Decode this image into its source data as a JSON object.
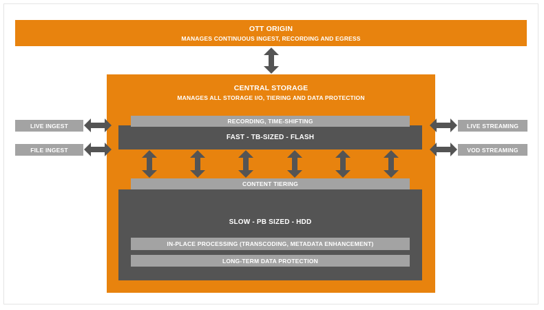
{
  "colors": {
    "orange": "#e8830e",
    "dark": "#545454",
    "grey": "#a3a3a3",
    "arrow": "#545454"
  },
  "origin": {
    "title": "OTT ORIGIN",
    "subtitle": "MANAGES CONTINUOUS INGEST, RECORDING AND EGRESS"
  },
  "central_storage": {
    "title": "CENTRAL STORAGE",
    "subtitle": "MANAGES ALL STORAGE I/O, TIERING AND DATA PROTECTION"
  },
  "fast_tier": {
    "band": "RECORDING, TIME-SHIFTING",
    "title": "FAST - TB-SIZED - FLASH"
  },
  "slow_tier": {
    "band": "CONTENT TIERING",
    "title": "SLOW - PB SIZED - HDD",
    "processing": "IN-PLACE PROCESSING (TRANSCODING, METADATA ENHANCEMENT)",
    "protection": "LONG-TERM DATA PROTECTION"
  },
  "inputs": {
    "live_ingest": "LIVE INGEST",
    "file_ingest": "FILE INGEST"
  },
  "outputs": {
    "live_streaming": "LIVE STREAMING",
    "vod_streaming": "VOD STREAMING"
  }
}
